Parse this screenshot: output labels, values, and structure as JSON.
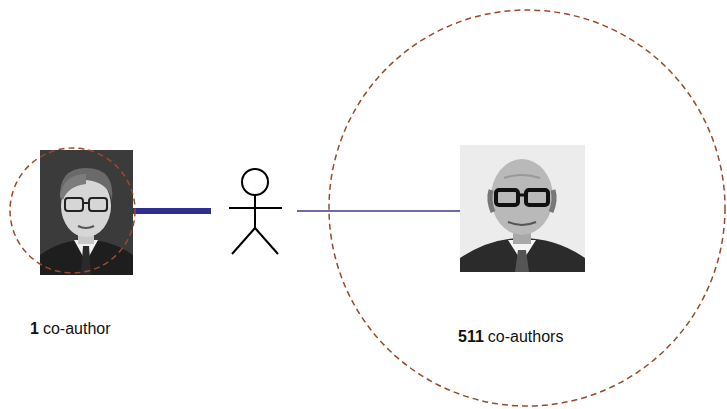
{
  "diagram": {
    "nodes": [
      {
        "text": [
          "1",
          "co-author"
        ]
      },
      {
        "text": [
          "511",
          "co-authors"
        ]
      }
    ]
  }
}
